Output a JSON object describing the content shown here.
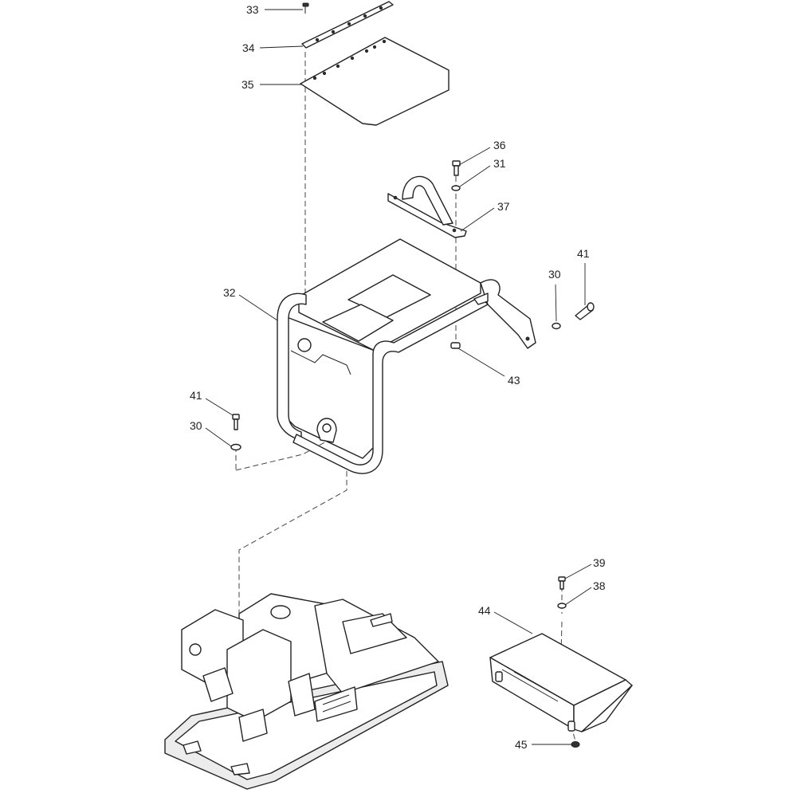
{
  "callouts": [
    {
      "id": "c33",
      "label": "33"
    },
    {
      "id": "c34",
      "label": "34"
    },
    {
      "id": "c35",
      "label": "35"
    },
    {
      "id": "c36",
      "label": "36"
    },
    {
      "id": "c31",
      "label": "31"
    },
    {
      "id": "c37",
      "label": "37"
    },
    {
      "id": "c41a",
      "label": "41"
    },
    {
      "id": "c30a",
      "label": "30"
    },
    {
      "id": "c32",
      "label": "32"
    },
    {
      "id": "c43",
      "label": "43"
    },
    {
      "id": "c41b",
      "label": "41"
    },
    {
      "id": "c30b",
      "label": "30"
    },
    {
      "id": "c39",
      "label": "39"
    },
    {
      "id": "c38",
      "label": "38"
    },
    {
      "id": "c44",
      "label": "44"
    },
    {
      "id": "c45",
      "label": "45"
    }
  ],
  "colors": {
    "line": "#222222",
    "background": "#ffffff"
  }
}
